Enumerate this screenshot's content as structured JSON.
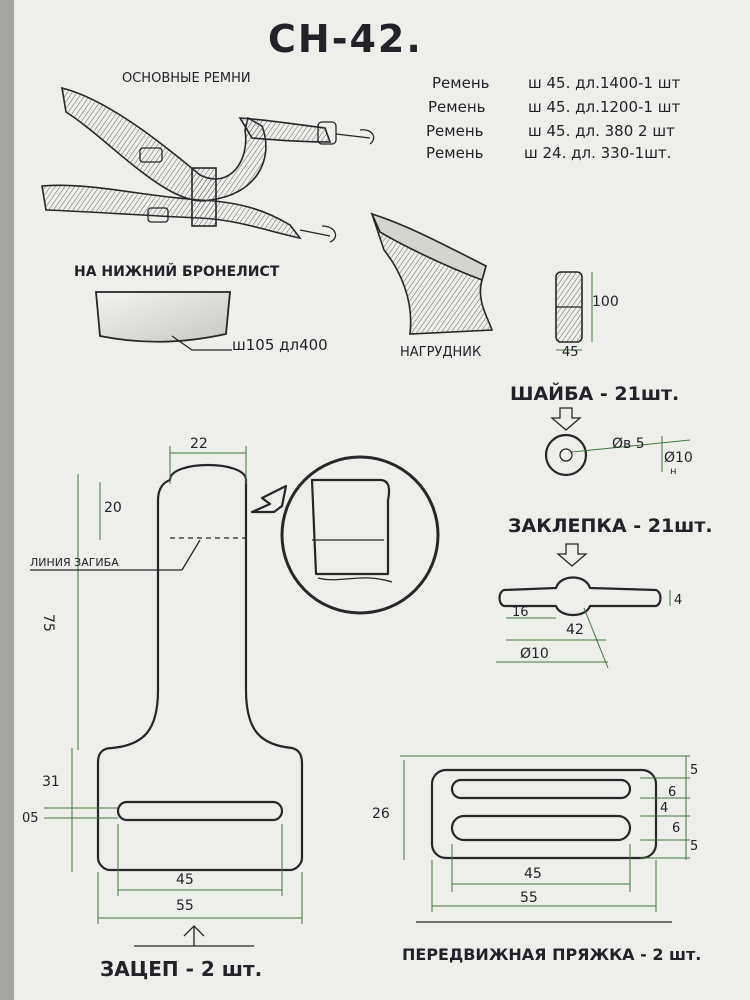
{
  "title": "СН-42.",
  "main_straps": {
    "label": "ОСНОВНЫЕ РЕМНИ",
    "list": [
      {
        "name": "Ремень",
        "spec": "ш 45. дл.1400-1 шт"
      },
      {
        "name": "Ремень",
        "spec": "ш 45. дл.1200-1 шт"
      },
      {
        "name": "Ремень",
        "spec": "ш 45. дл. 380 2 шт"
      },
      {
        "name": "Ремень",
        "spec": "ш 24. дл. 330-1шт."
      }
    ]
  },
  "lower_plate": {
    "label": "НА НИЖНИЙ БРОНЕЛИСТ",
    "dims": "ш105 дл400"
  },
  "breastplate": {
    "label": "НАГРУДНИК"
  },
  "small_part": {
    "height": "100",
    "width": "45"
  },
  "washer": {
    "title": "ШАЙБА - 21шт.",
    "inner": "Øв 5",
    "outer": "Ø10",
    "h": "н"
  },
  "rivet": {
    "title": "ЗАКЛЕПКА - 21шт.",
    "d1": "4",
    "d2": "16",
    "len": "42",
    "dia": "Ø10"
  },
  "hook": {
    "title": "ЗАЦЕП - 2 шт.",
    "fold_label": "ЛИНИЯ ЗАГИБА",
    "dims": {
      "top": "22",
      "fold": "20",
      "height": "75",
      "body": "31",
      "slot": "05",
      "inner": "45",
      "outer": "55"
    }
  },
  "buckle": {
    "title": "ПЕРЕДВИЖНАЯ ПРЯЖКА - 2 шт.",
    "dims": {
      "height": "26",
      "r1": "5",
      "r2": "6",
      "r3": "4",
      "r4": "6",
      "r5": "5",
      "inner": "45",
      "outer": "55"
    }
  }
}
